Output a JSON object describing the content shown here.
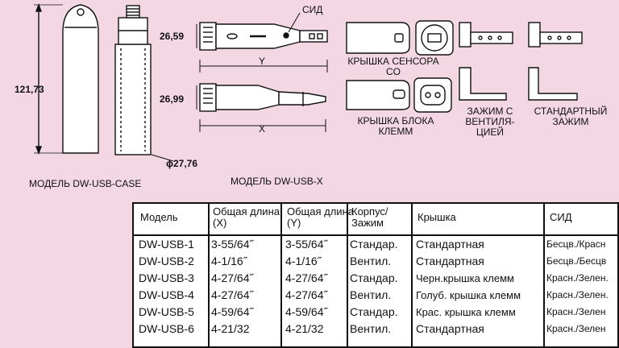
{
  "labels": {
    "sid": "СИД",
    "dim_26_59": "26,59",
    "dim_26_99": "26,99",
    "dim_121_73": "121,73",
    "dim_27_76": "ϕ27,76",
    "dim_y": "Y",
    "dim_x": "X",
    "sensor_cap": "КРЫШКА СЕНСОРА CO",
    "terminal_cap": "КРЫШКА БЛОКА КЛЕММ",
    "valve_clamp": "ЗАЖИМ С ВЕНТИЛЯ-ЦИЕЙ",
    "standard_clamp": "СТАНДАРТНЫЙ ЗАЖИМ",
    "model_case": "МОДЕЛЬ DW-USB-CASE",
    "model_x": "МОДЕЛЬ DW-USB-X"
  },
  "table": {
    "headers": [
      "Модель",
      "Общая длина (X)",
      "Общая длина (Y)",
      "Корпус/ Зажим",
      "Крышка",
      "СИД"
    ],
    "rows": [
      [
        "DW-USB-1",
        "3-55/64˝",
        "3-55/64˝",
        "Стандар.",
        "Стандартная",
        "Бесцв./Красн"
      ],
      [
        "DW-USB-2",
        "4-1/16˝",
        "4-1/16˝",
        "Вентил.",
        "Стандартная",
        "Бесцв./Бесцв"
      ],
      [
        "DW-USB-3",
        "4-27/64˝",
        "4-27/64˝",
        "Стандар.",
        "Черн.крышка клемм",
        "Красн./Зелен."
      ],
      [
        "DW-USB-4",
        "4-27/64˝",
        "4-27/64˝",
        "Вентил.",
        "Голуб. крышка клемм",
        "Красн./Зелен."
      ],
      [
        "DW-USB-5",
        "4-59/64˝",
        "4-59/64˝",
        "Стандар.",
        "Крас. крышка клемм",
        "Красн./Зелен"
      ],
      [
        "DW-USB-6",
        "4-21/32",
        "4-21/32",
        "Вентил.",
        "Стандартная",
        "Красн./Зелен"
      ]
    ]
  }
}
